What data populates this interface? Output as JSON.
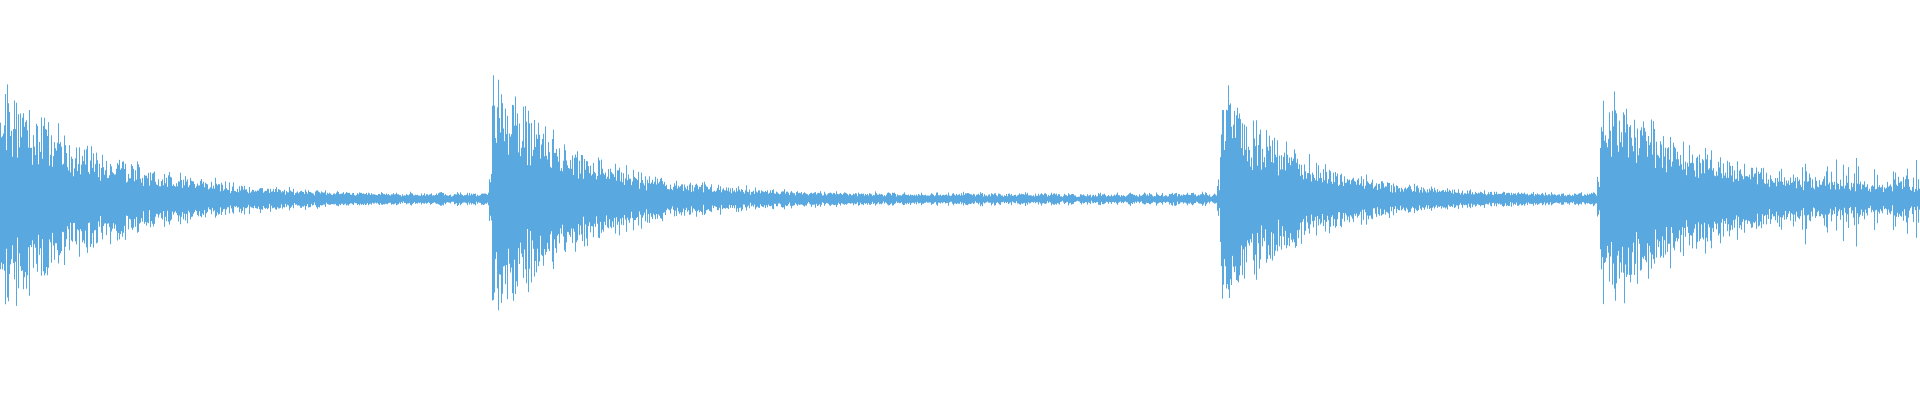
{
  "waveform": {
    "color": "#5aa8e0",
    "background": "#ffffff",
    "onsets": [
      {
        "at": 0.0,
        "peak": 0.96,
        "decay": 0.055,
        "tail": 0.05
      },
      {
        "at": 0.256,
        "peak": 1.0,
        "decay": 0.045,
        "tail": 0.07
      },
      {
        "at": 0.635,
        "peak": 0.95,
        "decay": 0.04,
        "tail": 0.06
      },
      {
        "at": 0.833,
        "peak": 0.98,
        "decay": 0.05,
        "tail": 0.1
      }
    ],
    "noise_floor": 0.035,
    "late_activity": [
      {
        "from": 0.935,
        "to": 1.0,
        "level": 0.22
      }
    ]
  }
}
